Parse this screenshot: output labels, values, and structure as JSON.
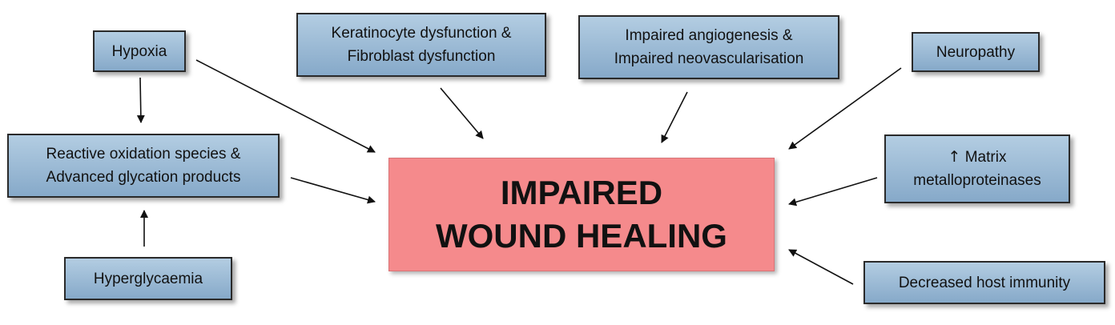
{
  "center": {
    "line1": "IMPAIRED",
    "line2": "WOUND HEALING"
  },
  "factors": {
    "hypoxia": "Hypoxia",
    "keratinocyte_line1": "Keratinocyte dysfunction &",
    "keratinocyte_line2": "Fibroblast dysfunction",
    "angiogenesis_line1": "Impaired angiogenesis &",
    "angiogenesis_line2": "Impaired neovascularisation",
    "neuropathy": "Neuropathy",
    "ros_line1": "Reactive oxidation species &",
    "ros_line2": "Advanced glycation products",
    "mmp_arrow": "↑",
    "mmp_line1": "Matrix",
    "mmp_line2": "metalloproteinases",
    "hyperglycaemia": "Hyperglycaemia",
    "immunity": "Decreased host immunity"
  },
  "colors": {
    "factor_box": "#a4c1dc",
    "center_box": "#f58a8c",
    "arrow": "#111111"
  }
}
